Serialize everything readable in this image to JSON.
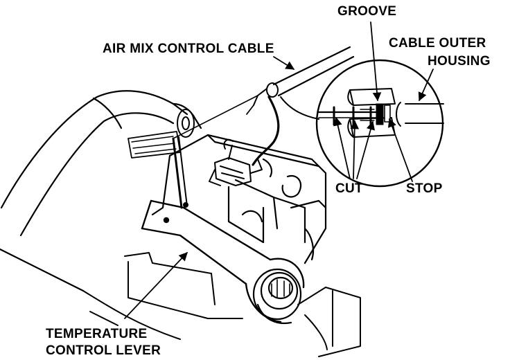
{
  "labels": {
    "air_mix_cable": "AIR MIX CONTROL CABLE",
    "groove": "GROOVE",
    "cable_outer_housing_1": "CABLE OUTER",
    "cable_outer_housing_2": "HOUSING",
    "cut": "CUT",
    "stop": "STOP",
    "temp_lever_1": "TEMPERATURE",
    "temp_lever_2": "CONTROL LEVER"
  },
  "colors": {
    "ink": "#000000",
    "paper": "#ffffff"
  }
}
